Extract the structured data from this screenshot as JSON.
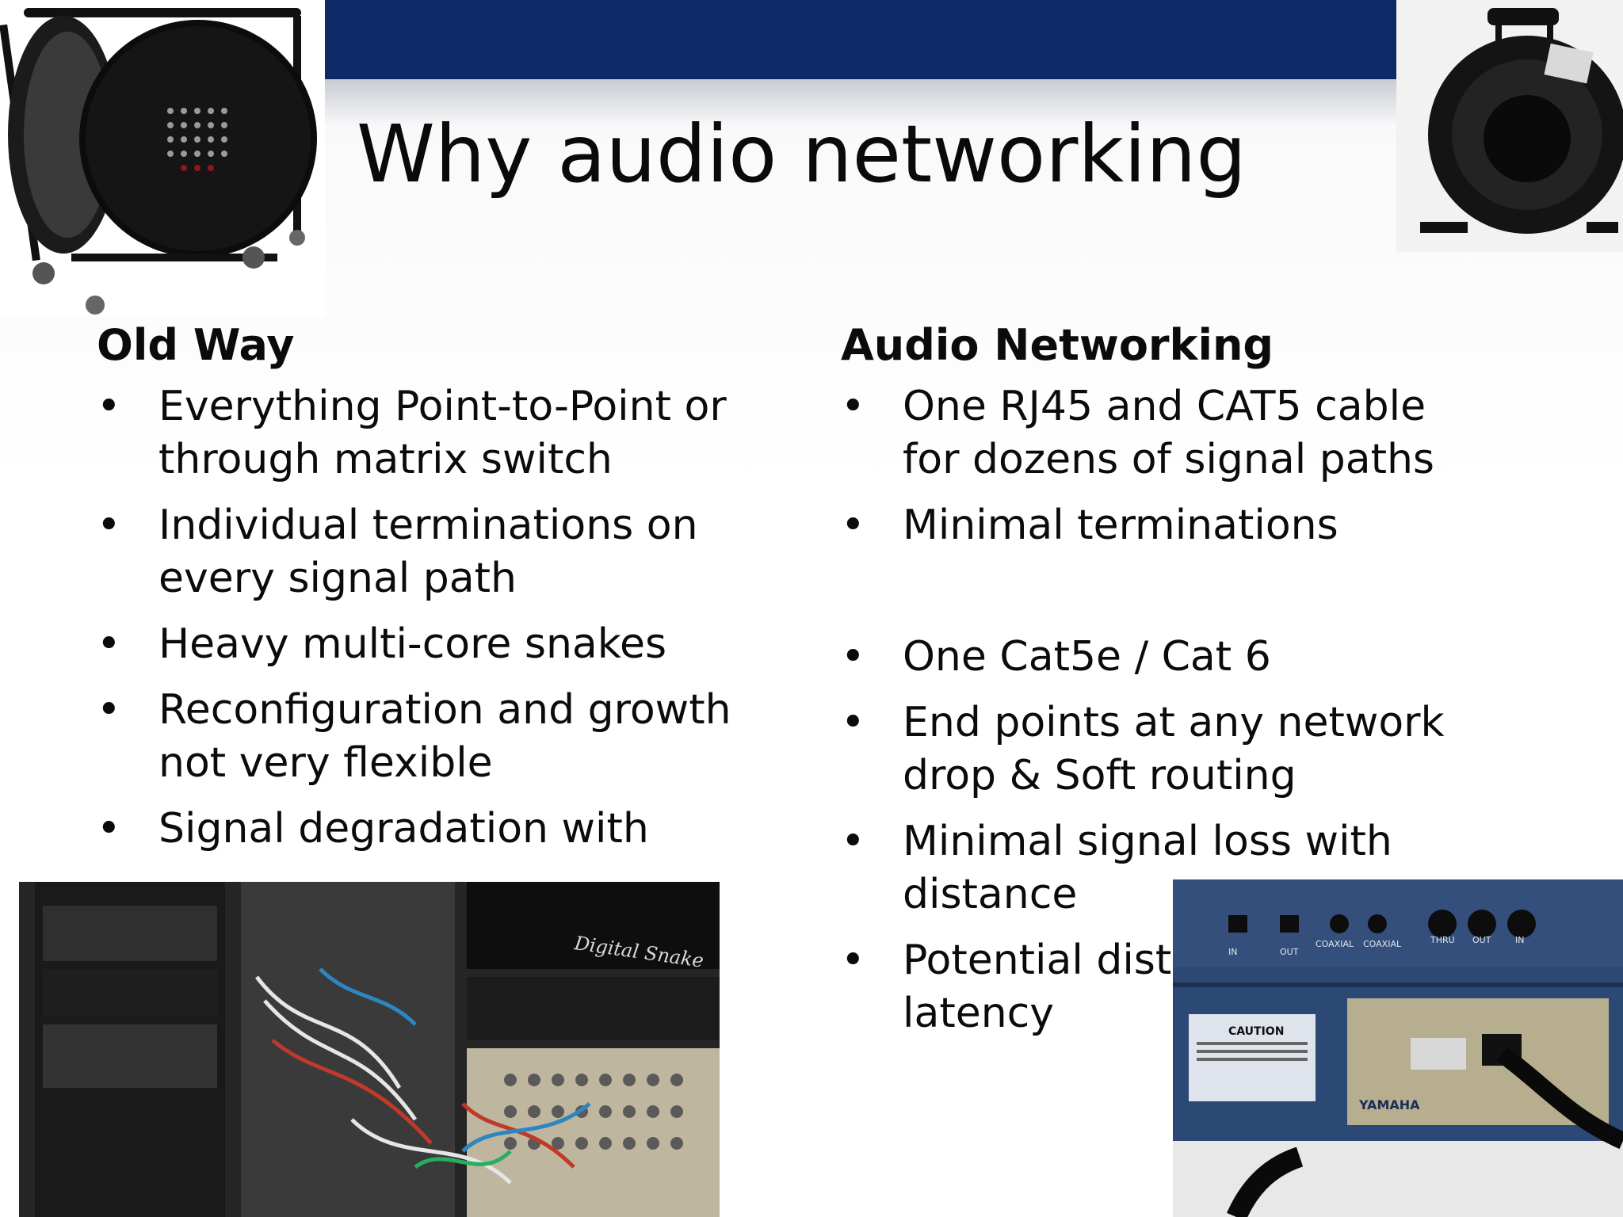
{
  "slide": {
    "title": "Why audio networking",
    "colors": {
      "title_band": "#0d2a66",
      "text": "#0b0b0b",
      "background": "#ffffff"
    },
    "left_column": {
      "heading": "Old Way",
      "items": [
        "Everything Point-to-Point or through matrix switch",
        "Individual terminations on every signal path",
        "Heavy multi-core snakes",
        "Reconfiguration and growth not very flexible",
        "Signal degradation with"
      ]
    },
    "right_column": {
      "heading": "Audio Networking",
      "items": [
        "One RJ45 and CAT5 cable for dozens of signal paths",
        "Minimal terminations",
        "One Cat5e / Cat 6",
        "End points at any network drop & Soft routing",
        "Minimal signal loss with distance",
        "Potential distr"
      ],
      "last_item_continuation": "latency"
    },
    "bullet_glyph": "•",
    "images": {
      "rack_label": "Digital Snake",
      "console_caution": "CAUTION",
      "console_brand": "YAMAHA",
      "console_port_labels": [
        "IN",
        "OUT",
        "COAXIAL",
        "COAXIAL",
        "THRU",
        "OUT",
        "IN"
      ]
    }
  }
}
